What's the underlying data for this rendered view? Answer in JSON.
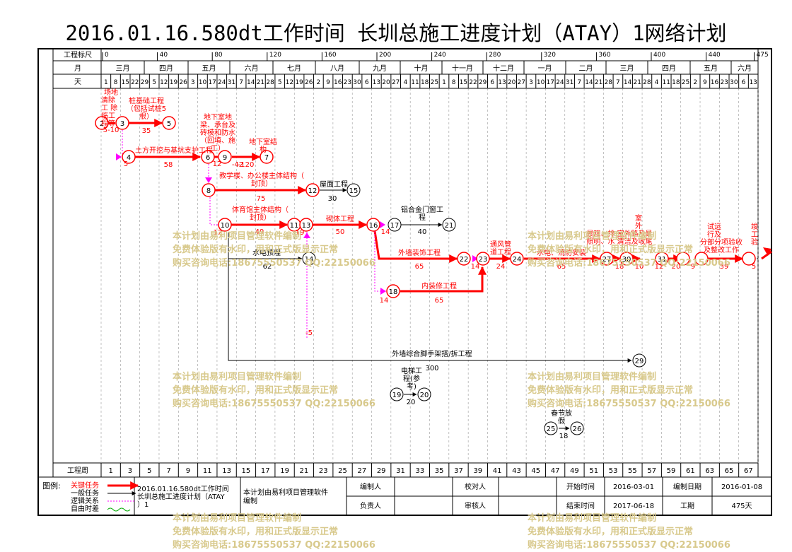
{
  "title": "2016.01.16.580dt工作时间 长圳总施工进度计划（ATAY）1网络计划",
  "header": {
    "scale_label": "工程标尺",
    "month_label": "月",
    "day_label": "天",
    "week_label": "工程周",
    "scale_ticks": [
      "0",
      "40",
      "80",
      "120",
      "160",
      "200",
      "240",
      "280",
      "320",
      "360",
      "400",
      "440",
      "475"
    ],
    "months": [
      "三月",
      "四月",
      "五月",
      "六月",
      "七月",
      "八月",
      "九月",
      "十月",
      "十一月",
      "十二月",
      "一月",
      "二月",
      "三月",
      "四月",
      "五月",
      "六月"
    ],
    "days": [
      "1",
      "8",
      "15",
      "22",
      "29",
      "5",
      "12",
      "19",
      "26",
      "3",
      "10",
      "17",
      "24",
      "31",
      "7",
      "14",
      "21",
      "28",
      "5",
      "12",
      "19",
      "26",
      "2",
      "9",
      "16",
      "23",
      "30",
      "6",
      "13",
      "20",
      "27",
      "4",
      "11",
      "18",
      "25",
      "1",
      "8",
      "15",
      "22",
      "29",
      "6",
      "13",
      "20",
      "27",
      "3",
      "10",
      "17",
      "24",
      "31",
      "7",
      "14",
      "21",
      "28",
      "7",
      "14",
      "21",
      "28",
      "4",
      "11",
      "18",
      "25",
      "2",
      "9",
      "16",
      "23",
      "30",
      "6",
      "13"
    ],
    "weeks": [
      "1",
      "3",
      "5",
      "7",
      "9",
      "11",
      "13",
      "15",
      "17",
      "19",
      "21",
      "23",
      "25",
      "27",
      "29",
      "31",
      "33",
      "35",
      "37",
      "39",
      "41",
      "43",
      "45",
      "47",
      "49",
      "51",
      "53",
      "55",
      "57",
      "59",
      "61",
      "63",
      "65",
      "67"
    ]
  },
  "tasks": [
    {
      "label": "桩基础工程（包括试桩5根）",
      "duration": "35"
    },
    {
      "label": "土方开挖与基坑支护工程",
      "duration": "58"
    },
    {
      "label": "地下室地梁、承台及砖模和防水（回填、施工）",
      "duration": "12"
    },
    {
      "label": "地下室结构",
      "duration": "-42"
    },
    {
      "label": "教学楼、办公楼主体结构（封顶）",
      "duration": "75"
    },
    {
      "label": "屋面工程",
      "duration": "30"
    },
    {
      "label": "体育馆主体结构（封顶）",
      "duration": "49"
    },
    {
      "label": "砌体工程",
      "duration": "50"
    },
    {
      "label": "铝合金门窗工程",
      "duration": "40"
    },
    {
      "label": "外墙装饰工程",
      "duration": "65"
    },
    {
      "label": "通风管道工程",
      "duration": "24"
    },
    {
      "label": "水电预埋",
      "duration": "62"
    },
    {
      "label": "内装修工程",
      "duration": "65"
    },
    {
      "label": "水电、消防安装",
      "duration": "65"
    },
    {
      "label": "外墙综合脚手架搭/拆工程",
      "duration": "300"
    },
    {
      "label": "电梯工程(参考)",
      "duration": "20"
    },
    {
      "label": "春节放假",
      "duration": "18"
    }
  ],
  "node_numbers": [
    "2",
    "3",
    "5",
    "4",
    "6",
    "9",
    "7",
    "8",
    "12",
    "15",
    "10",
    "11",
    "13",
    "16",
    "17",
    "21",
    "14",
    "22",
    "23",
    "24",
    "18",
    "27",
    "30",
    "31",
    "29",
    "19",
    "20",
    "25",
    "26"
  ],
  "small_labels": [
    "5-10",
    "5",
    "-120",
    "12",
    "12",
    "19",
    "14",
    "14",
    "14",
    "-5",
    "15",
    "18",
    "10",
    "12",
    "20",
    "9",
    "39",
    "5"
  ],
  "legend": {
    "label": "图例:",
    "items": [
      "关键任务",
      "一般任务",
      "逻辑关系",
      "自由时差"
    ],
    "plan_name": "2016.01.16.580dt工作时间 长圳总施工进度计划（ATAY）1",
    "software": "本计划由易利项目管理软件编制",
    "editor_label": "编制人",
    "reviewer_label": "校对人",
    "start_label": "开始时间",
    "start_value": "2016-03-01",
    "date_label": "编制日期",
    "date_value": "2016-01-08",
    "responsible_label": "负责人",
    "auditor_label": "审核人",
    "end_label": "结束时间",
    "end_value": "2017-06-18",
    "duration_label": "工期",
    "duration_value": "475天"
  },
  "watermark": {
    "line1": "本计划由易利项目管理软件编制",
    "line2": "免费体验版有水印，用和正式版显示正常",
    "line3": "购买咨询电话:18675550537 QQ:22150066"
  },
  "colors": {
    "critical": "#ff0000",
    "normal": "#000000",
    "logic": "#ff00ff",
    "float": "#00aa00",
    "watermark": "#d8c98c"
  }
}
